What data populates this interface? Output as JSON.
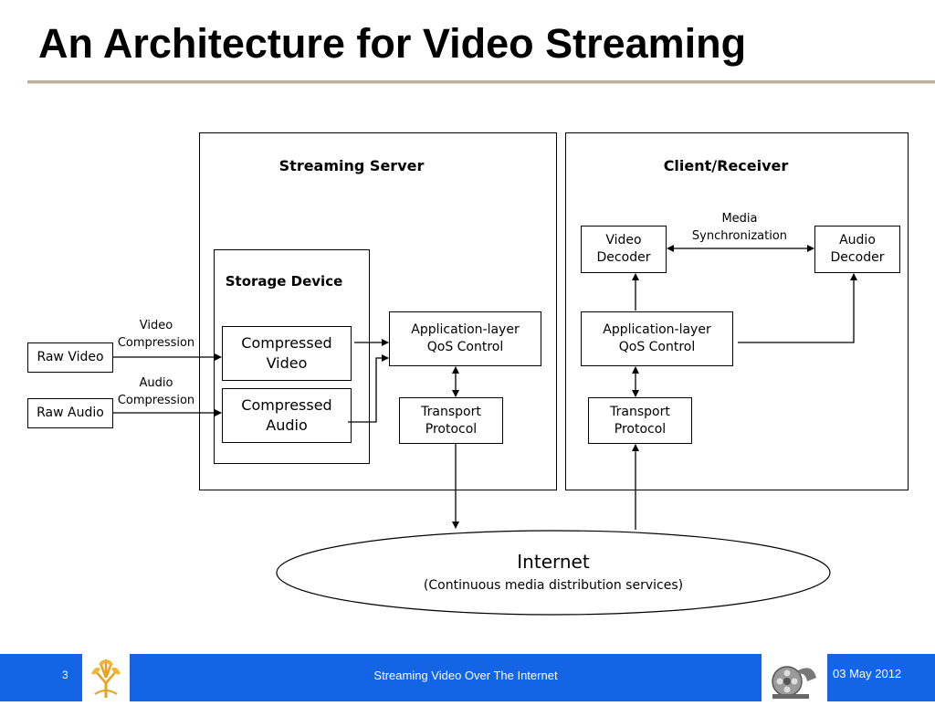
{
  "slide": {
    "title": "An Architecture for Video Streaming"
  },
  "server": {
    "heading": "Streaming Server",
    "storage_heading": "Storage Device",
    "compressed_video": [
      "Compressed",
      "Video"
    ],
    "compressed_audio": [
      "Compressed",
      "Audio"
    ],
    "qos": [
      "Application-layer",
      "QoS Control"
    ],
    "transport": [
      "Transport",
      "Protocol"
    ]
  },
  "inputs": {
    "raw_video": "Raw Video",
    "raw_audio": "Raw Audio",
    "video_compression": [
      "Video",
      "Compression"
    ],
    "audio_compression": [
      "Audio",
      "Compression"
    ]
  },
  "client": {
    "heading": "Client/Receiver",
    "video_decoder": [
      "Video",
      "Decoder"
    ],
    "audio_decoder": [
      "Audio",
      "Decoder"
    ],
    "media_sync": [
      "Media",
      "Synchronization"
    ],
    "qos": [
      "Application-layer",
      "QoS Control"
    ],
    "transport": [
      "Transport",
      "Protocol"
    ]
  },
  "internet": {
    "title": "Internet",
    "subtitle": "(Continuous media distribution services)"
  },
  "footer": {
    "page_number": "3",
    "center_text": "Streaming Video Over The Internet",
    "date": "03 May 2012",
    "accent_color": "#1464e6",
    "left_logo": "tree-logo-icon",
    "right_logo": "film-reel-icon"
  }
}
